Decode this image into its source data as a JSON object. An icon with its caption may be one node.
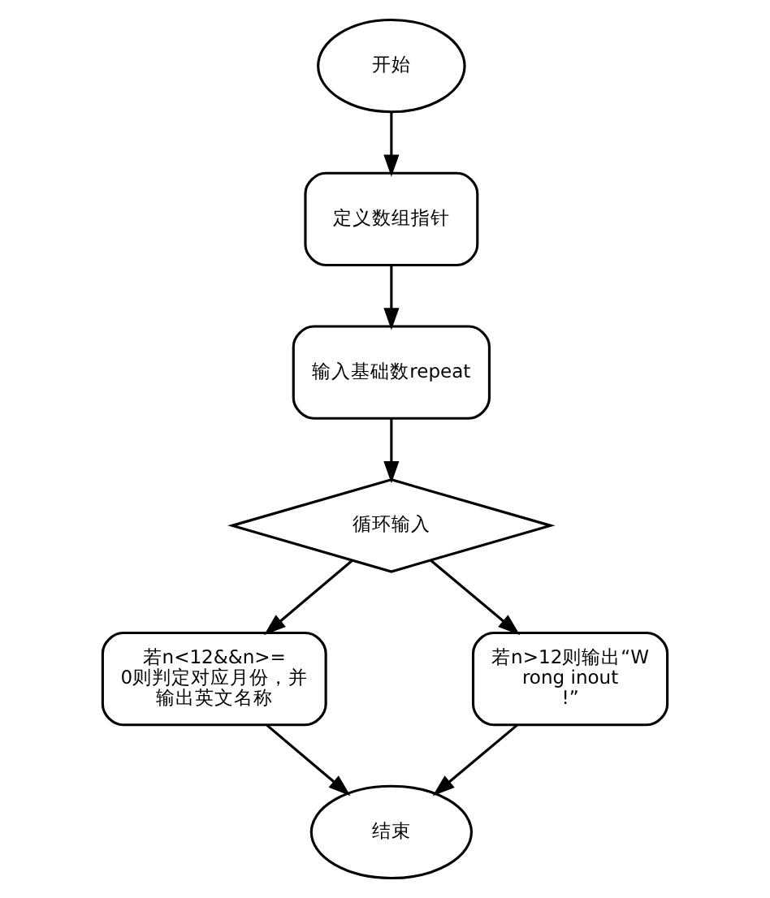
{
  "diagram": {
    "nodes": [
      {
        "text": [
          "开始"
        ]
      },
      {
        "text": [
          "定义数组指针"
        ]
      },
      {
        "text": [
          "输入基础数repeat"
        ]
      },
      {
        "text": [
          "循环输入"
        ]
      },
      {
        "text": [
          "若n<12&&n>=0则判定对应月份，并输出英文名称"
        ]
      },
      {
        "text": [
          "若n>12则输出“Wrong inout!”"
        ]
      },
      {
        "text": [
          "结束"
        ]
      }
    ],
    "edges": [
      {
        "from": 0,
        "to": 1,
        "arrow": "to"
      },
      {
        "from": 1,
        "to": 2,
        "arrow": "to"
      },
      {
        "from": 2,
        "to": 3,
        "arrow": "to"
      },
      {
        "from": 3,
        "to": 4,
        "arrow": "to"
      },
      {
        "from": 3,
        "to": 5,
        "arrow": "to"
      },
      {
        "from": 4,
        "to": 6,
        "arrow": "to"
      },
      {
        "from": 5,
        "to": 6,
        "arrow": "to"
      }
    ]
  }
}
